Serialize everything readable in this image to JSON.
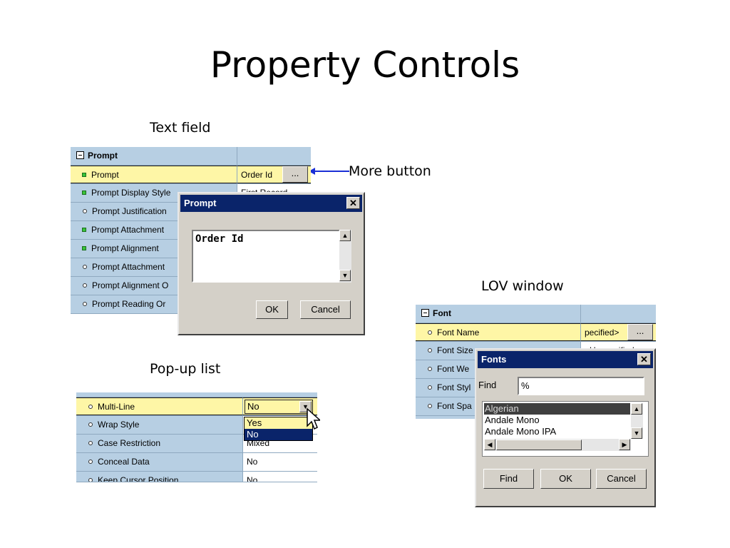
{
  "slide": {
    "title": "Property Controls"
  },
  "captions": {
    "text_field": "Text field",
    "more_button": "More button",
    "lov_window": "LOV window",
    "popup_list": "Pop-up list"
  },
  "prompt_sheet": {
    "group_header": "Prompt",
    "rows": [
      {
        "name": "Prompt",
        "value": "Order Id",
        "marker": "green"
      },
      {
        "name": "Prompt Display Style",
        "value": "First Record",
        "marker": "green"
      },
      {
        "name": "Prompt Justification",
        "value": "",
        "marker": "circle"
      },
      {
        "name": "Prompt Attachment",
        "value": "",
        "marker": "green"
      },
      {
        "name": "Prompt Alignment",
        "value": "",
        "marker": "green"
      },
      {
        "name": "Prompt Attachment",
        "value": "",
        "marker": "circle"
      },
      {
        "name": "Prompt Alignment O",
        "value": "",
        "marker": "circle"
      },
      {
        "name": "Prompt Reading Or",
        "value": "",
        "marker": "circle"
      }
    ],
    "more_label": "..."
  },
  "prompt_dialog": {
    "title": "Prompt",
    "close_glyph": "✕",
    "text_value": "Order Id",
    "ok_label": "OK",
    "cancel_label": "Cancel"
  },
  "font_sheet": {
    "group_header": "Font",
    "rows": [
      {
        "name": "Font Name",
        "value": "pecified>"
      },
      {
        "name": "Font Size",
        "value": "<Unspecified>"
      },
      {
        "name": "Font We",
        "value": ""
      },
      {
        "name": "Font Styl",
        "value": ""
      },
      {
        "name": "Font Spa",
        "value": ""
      }
    ],
    "more_label": "..."
  },
  "fonts_dialog": {
    "title": "Fonts",
    "close_glyph": "✕",
    "find_label": "Find",
    "find_value": "%",
    "items": [
      "Algerian",
      "Andale Mono",
      "Andale Mono IPA"
    ],
    "find_button": "Find",
    "ok_label": "OK",
    "cancel_label": "Cancel"
  },
  "popup_sheet": {
    "rows": [
      {
        "name": "Multi-Line",
        "value": "No"
      },
      {
        "name": "Wrap Style",
        "value": ""
      },
      {
        "name": "Case Restriction",
        "value": "Mixed"
      },
      {
        "name": "Conceal Data",
        "value": "No"
      },
      {
        "name": "Keep Cursor Position",
        "value": "No"
      }
    ],
    "options": [
      "Yes",
      "No"
    ],
    "selected_option": "No"
  },
  "colors": {
    "sheet_bg": "#b7cfe3",
    "highlight_row": "#fef6a6",
    "titlebar": "#0a246a",
    "dialog_bg": "#d4d0c8",
    "arrow": "#1b2fd6"
  }
}
